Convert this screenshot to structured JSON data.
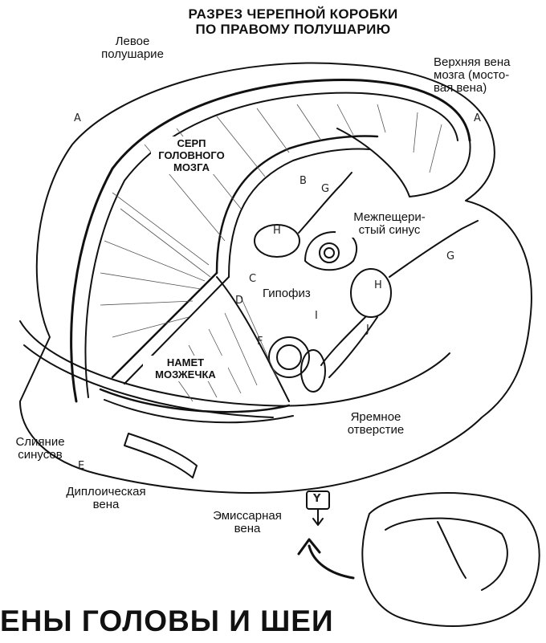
{
  "diagram": {
    "title_line1": "РАЗРЕЗ ЧЕРЕПНОЙ КОРОБКИ",
    "title_line2": "ПО ПРАВОМУ ПОЛУШАРИЮ",
    "bottom_title": "ЕНЫ ГОЛОВЫ И ШЕИ",
    "labels": {
      "left_hemisphere": [
        "Левое",
        "полушарие"
      ],
      "superior_vein": [
        "Верхняя вена",
        "мозга (мосто-",
        "вая вена)"
      ],
      "falx": [
        "СЕРП",
        "ГОЛОВНОГО",
        "МОЗГА"
      ],
      "intercavernous_sinus": [
        "Межпещери-",
        "стый синус"
      ],
      "pituitary": "Гипофиз",
      "tentorium": [
        "НАМЕТ",
        "МОЗЖЕЧКА"
      ],
      "confluence": [
        "Слияние",
        "синусов"
      ],
      "jugular_foramen": [
        "Яремное",
        "отверстие"
      ],
      "diploic_vein": [
        "Диплоическая",
        "вена"
      ],
      "emissary_vein": [
        "Эмиссарная",
        "вена"
      ]
    },
    "letters": {
      "A_left": "A",
      "A_right": "A",
      "B": "B",
      "C": "C",
      "D": "D",
      "E": "E",
      "F": "F",
      "G_top": "G",
      "G_right": "G",
      "H_left": "H",
      "H_right": "H",
      "I": "I",
      "J": "J",
      "Y": "Y"
    }
  }
}
